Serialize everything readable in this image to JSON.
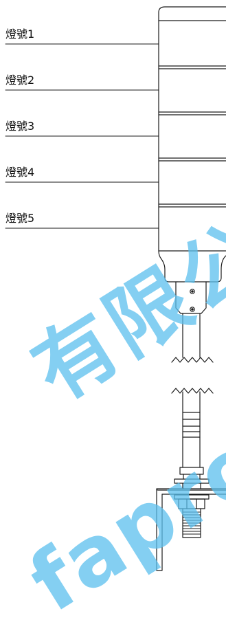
{
  "labels": [
    "燈號1",
    "燈號2",
    "燈號3",
    "燈號4",
    "燈號5"
  ],
  "watermark": {
    "cn_text": "有限公",
    "latin_text": "fapro",
    "color": "#5bc0ee"
  }
}
